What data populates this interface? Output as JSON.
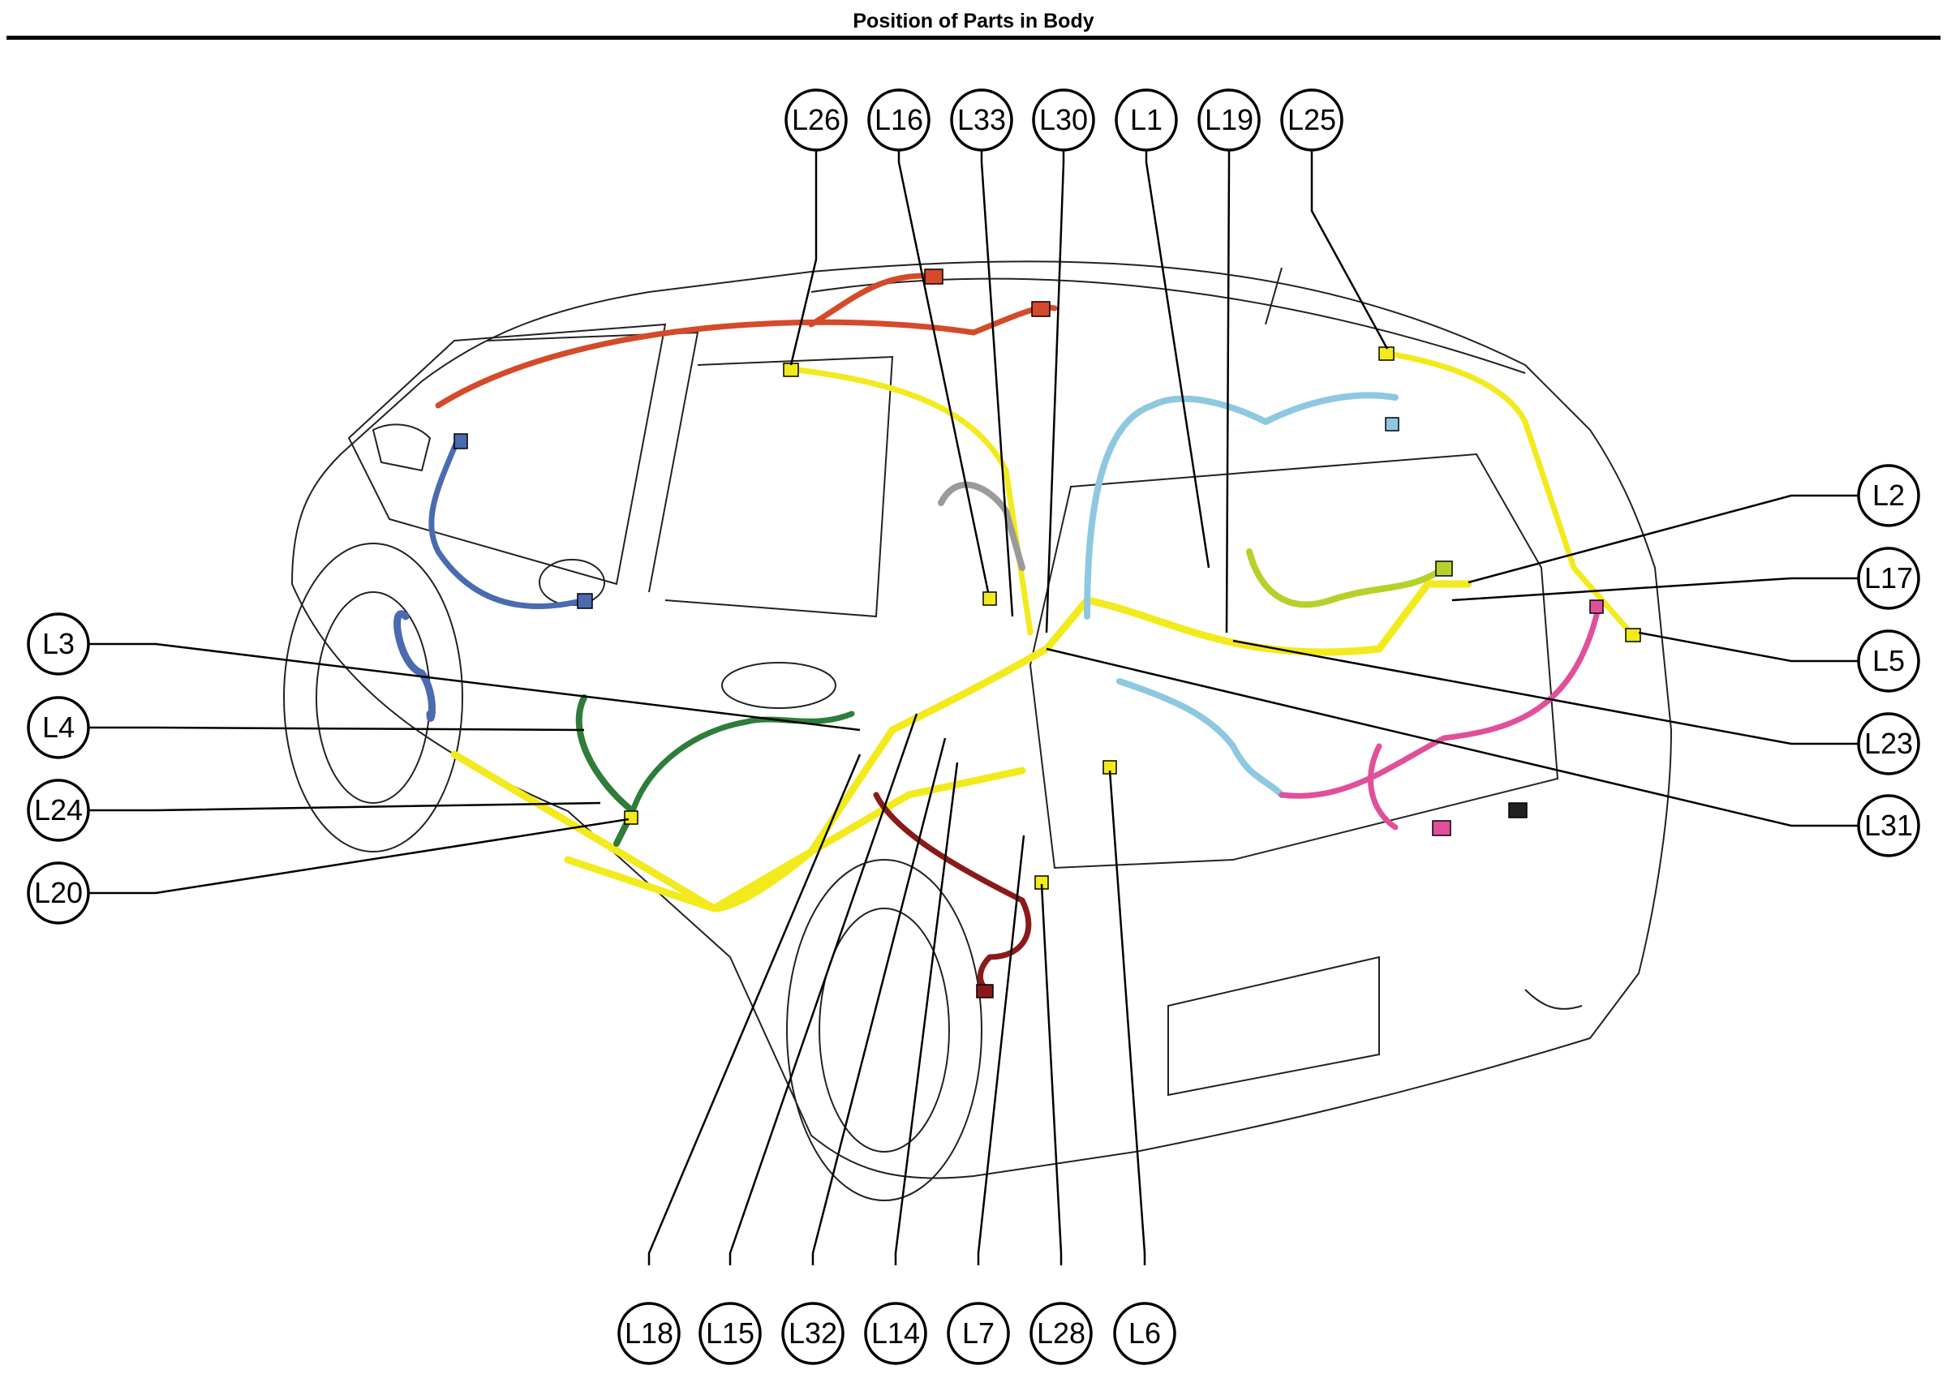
{
  "title": "Position of Parts in Body",
  "colors": {
    "harness_yellow": "#f2ea1c",
    "harness_blue": "#4a6bb0",
    "harness_green": "#2e7d3a",
    "harness_light_blue": "#8ec8e0",
    "harness_lime": "#b5d22a",
    "harness_pink": "#e0509a",
    "harness_red": "#d44a2a",
    "harness_dark_red": "#8a1a1a",
    "harness_gray": "#9a9a9a"
  },
  "callouts": [
    {
      "id": "L26",
      "label": "L26"
    },
    {
      "id": "L16",
      "label": "L16"
    },
    {
      "id": "L33",
      "label": "L33"
    },
    {
      "id": "L30",
      "label": "L30"
    },
    {
      "id": "L1",
      "label": "L1"
    },
    {
      "id": "L19",
      "label": "L19"
    },
    {
      "id": "L25",
      "label": "L25"
    },
    {
      "id": "L2",
      "label": "L2"
    },
    {
      "id": "L17",
      "label": "L17"
    },
    {
      "id": "L5",
      "label": "L5"
    },
    {
      "id": "L23",
      "label": "L23"
    },
    {
      "id": "L31",
      "label": "L31"
    },
    {
      "id": "L3",
      "label": "L3"
    },
    {
      "id": "L4",
      "label": "L4"
    },
    {
      "id": "L24",
      "label": "L24"
    },
    {
      "id": "L20",
      "label": "L20"
    },
    {
      "id": "L18",
      "label": "L18"
    },
    {
      "id": "L15",
      "label": "L15"
    },
    {
      "id": "L32",
      "label": "L32"
    },
    {
      "id": "L14",
      "label": "L14"
    },
    {
      "id": "L7",
      "label": "L7"
    },
    {
      "id": "L28",
      "label": "L28"
    },
    {
      "id": "L6",
      "label": "L6"
    }
  ]
}
